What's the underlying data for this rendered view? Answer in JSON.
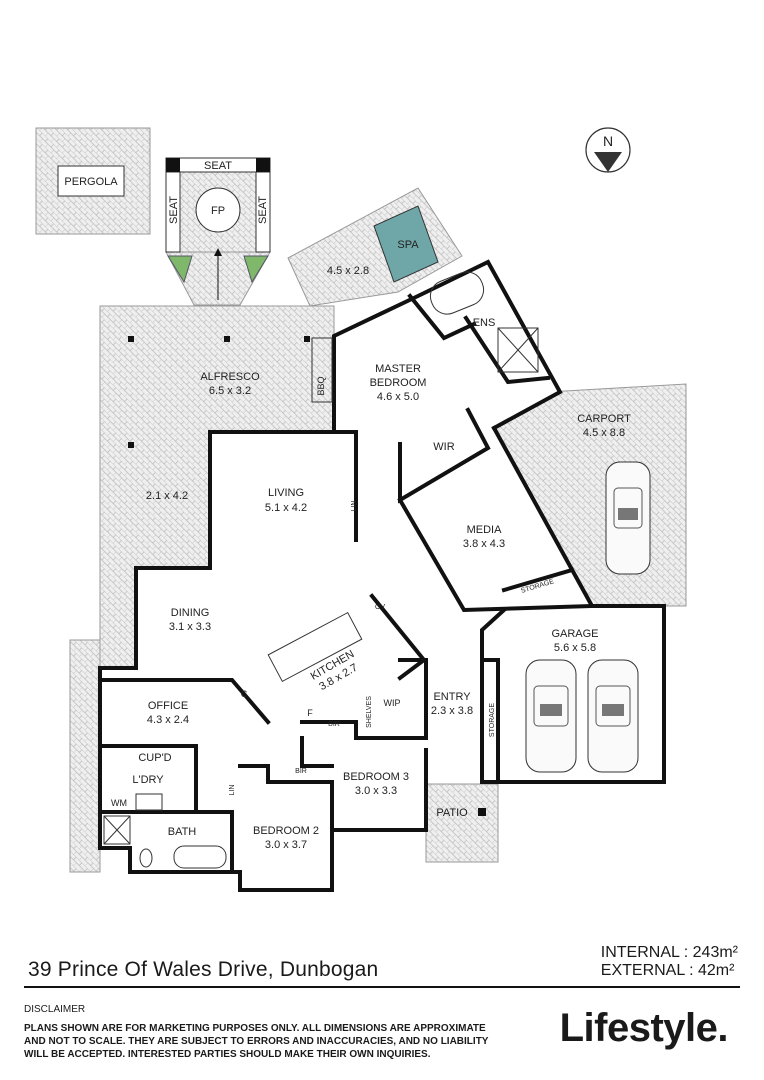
{
  "rooms": {
    "pergola": "PERGOLA",
    "seat_top": "SEAT",
    "seat_left": "SEAT",
    "seat_right": "SEAT",
    "fp": "FP",
    "spa": "SPA",
    "spa_deck": "4.5 x 2.8",
    "ens": "ENS",
    "master_name": "MASTER",
    "master_name2": "BEDROOM",
    "master_dim": "4.6 x 5.0",
    "alfresco_name": "ALFRESCO",
    "alfresco_dim": "6.5 x 3.2",
    "bbq": "BBQ",
    "carport_name": "CARPORT",
    "carport_dim": "4.5 x 8.8",
    "wir": "WIR",
    "side_deck": "2.1 x 4.2",
    "living_name": "LIVING",
    "living_dim": "5.1 x 4.2",
    "lin_top": "LIN",
    "media_name": "MEDIA",
    "media_dim": "3.8 x 4.3",
    "storage_media": "STORAGE",
    "dining_name": "DINING",
    "dining_dim": "3.1 x 3.3",
    "ov": "OV",
    "kitchen_name": "KITCHEN",
    "kitchen_dim": "3.8 x 2.7",
    "garage_name": "GARAGE",
    "garage_dim": "5.6 x 5.8",
    "office_name": "OFFICE",
    "office_dim": "4.3 x 2.4",
    "c": "C",
    "f": "F",
    "bir_kitchen": "BIR",
    "shelves": "SHELVES",
    "wip": "WIP",
    "entry_name": "ENTRY",
    "entry_dim": "2.3 x 3.8",
    "storage_garage": "STORAGE",
    "cupd": "CUP'D",
    "ldry": "L'DRY",
    "wm": "WM",
    "lin_bottom": "LIN",
    "bir_bed2": "BIR",
    "bed3_name": "BEDROOM 3",
    "bed3_dim": "3.0 x 3.3",
    "bath": "BATH",
    "bed2_name": "BEDROOM 2",
    "bed2_dim": "3.0 x 3.7",
    "patio": "PATIO",
    "north": "N"
  },
  "footer": {
    "address": "39 Prince Of Wales Drive, Dunbogan",
    "internal": "INTERNAL : 243m²",
    "external": "EXTERNAL : 42m²",
    "disclaimer_title": "DISCLAIMER",
    "disclaimer_body": "PLANS SHOWN ARE FOR MARKETING PURPOSES ONLY. ALL DIMENSIONS ARE APPROXIMATE AND NOT TO SCALE. THEY ARE SUBJECT TO ERRORS AND INACCURACIES, AND NO LIABILITY WILL BE ACCEPTED. INTERESTED PARTIES SHOULD MAKE THEIR OWN INQUIRIES.",
    "brand": "Lifestyle."
  },
  "colors": {
    "spa": "#6fa7a8",
    "wall": "#111111",
    "paving": "#d9d9d9",
    "plants": "#7fb86a"
  }
}
